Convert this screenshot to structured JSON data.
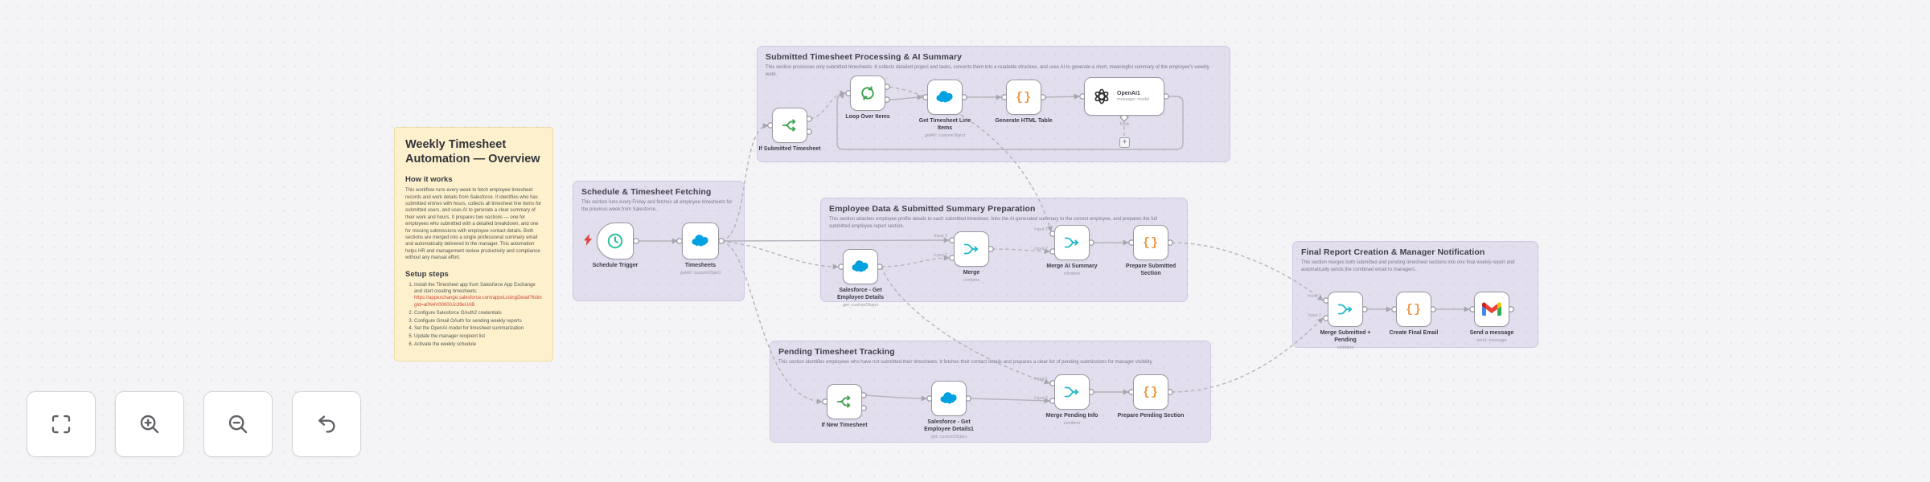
{
  "sticky_note": {
    "title": "Weekly Timesheet Automation — Overview",
    "how_it_works_heading": "How it works",
    "how_it_works_body": "This workflow runs every week to fetch employee timesheet records and work details from Salesforce. It identifies who has submitted entries with hours, collects all timesheet line items for submitted users, and uses AI to generate a clear summary of their work and hours. It prepares two sections — one for employees who submitted with a detailed breakdown, and one for missing submissions with employee contact details. Both sections are merged into a single professional summary email and automatically delivered to the manager. This automation helps HR and management review productivity and compliance without any manual effort.",
    "setup_steps_heading": "Setup steps",
    "steps": [
      {
        "text": "Install the Timesheet app from Salesforce App Exchange and start creating timesheets:",
        "link": "https://appexchange.salesforce.com/appxListingDetail?listingId=a0N4V00000Jc39eUAB"
      },
      {
        "text": "Configure Salesforce OAuth2 credentials"
      },
      {
        "text": "Configure Gmail OAuth for sending weekly reports"
      },
      {
        "text": "Set the OpenAI model for timesheet summarization"
      },
      {
        "text": "Update the manager recipient list"
      },
      {
        "text": "Activate the weekly schedule"
      }
    ]
  },
  "groups": [
    {
      "title": "Schedule & Timesheet Fetching",
      "description": "This section runs every Friday and fetches all employee timesheets for the previous week from Salesforce.",
      "nodes": [
        {
          "label": "Schedule Trigger",
          "subtitle": ""
        },
        {
          "label": "Timesheets",
          "subtitle": "getAll: customObject"
        }
      ]
    },
    {
      "title": "Submitted Timesheet Processing & AI Summary",
      "description": "This section processes only submitted timesheets. It collects detailed project and tasks, converts them into a readable structure, and uses AI to generate a short, meaningful summary of the employee's weekly work.",
      "nodes": [
        {
          "label": "If Submitted Timesheet",
          "subtitle": ""
        },
        {
          "label": "Loop Over Items",
          "subtitle": ""
        },
        {
          "label": "Get Timesheet Line Items",
          "subtitle": "getAll: customObject"
        },
        {
          "label": "Generate HTML Table",
          "subtitle": ""
        },
        {
          "label": "OpenAI1",
          "subtitle": "message: model"
        }
      ]
    },
    {
      "title": "Employee Data & Submitted Summary Preparation",
      "description": "This section attaches employee profile details to each submitted timesheet, links the AI-generated summary to the correct employee, and prepares the full submitted employee report section.",
      "nodes": [
        {
          "label": "Salesforce - Get Employee Details",
          "subtitle": "get: customObject"
        },
        {
          "label": "Merge",
          "subtitle": "combine"
        },
        {
          "label": "Merge AI Summary",
          "subtitle": "combine"
        },
        {
          "label": "Prepare Submitted Section",
          "subtitle": ""
        }
      ]
    },
    {
      "title": "Pending Timesheet Tracking",
      "description": "This section identifies employees who have not submitted their timesheets. It fetches their contact details and prepares a clear list of pending submissions for manager visibility.",
      "nodes": [
        {
          "label": "If New Timesheet",
          "subtitle": ""
        },
        {
          "label": "Salesforce - Get Employee Details1",
          "subtitle": "get: customObject"
        },
        {
          "label": "Merge Pending Info",
          "subtitle": "combine"
        },
        {
          "label": "Prepare Pending Section",
          "subtitle": ""
        }
      ]
    },
    {
      "title": "Final Report Creation & Manager Notification",
      "description": "This section merges both submitted and pending timesheet sections into one final weekly report and automatically sends the combined email to managers.",
      "nodes": [
        {
          "label": "Merge Submitted + Pending",
          "subtitle": "combine"
        },
        {
          "label": "Create Final Email",
          "subtitle": ""
        },
        {
          "label": "Send a message",
          "subtitle": "send: message"
        }
      ]
    }
  ],
  "port_labels": {
    "input_1": "Input 1",
    "input_2": "Input 2",
    "tools": "Tools"
  },
  "toolbar": {
    "buttons": [
      {
        "icon": "zoom-to-fit"
      },
      {
        "icon": "zoom-in"
      },
      {
        "icon": "zoom-out"
      },
      {
        "icon": "reset-zoom"
      }
    ]
  },
  "colors": {
    "canvas_bg": "#f4f3f5",
    "group_bg": "#e9e6f4",
    "sticky_bg": "#fdf1cd",
    "salesforce_blue": "#00a1e0",
    "green": "#3fa34d",
    "teal": "#1fb8c9",
    "orange": "#ef9540",
    "openai_dark": "#303030",
    "link_red": "#cc4437",
    "edge_gray": "#b4b3bc",
    "trigger_red": "#e0453a"
  }
}
